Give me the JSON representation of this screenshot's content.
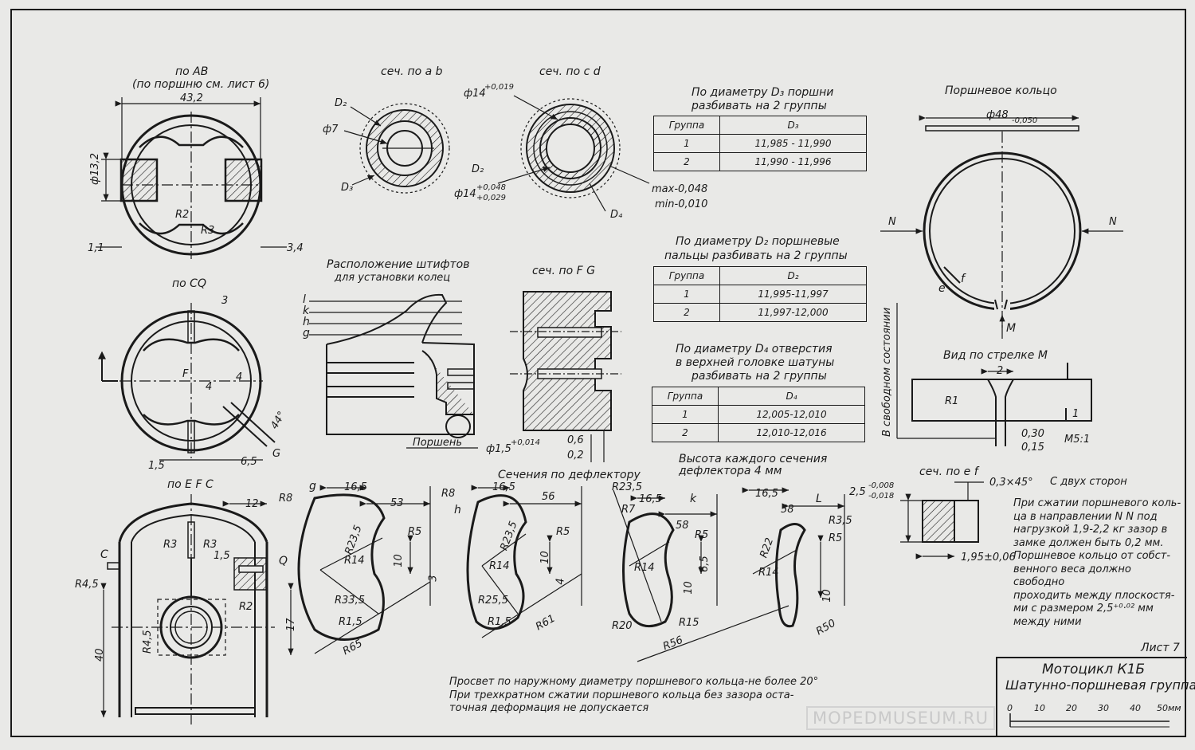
{
  "views": {
    "ab": {
      "title": "по AB",
      "subtitle": "(по поршню см. лист 6)",
      "dim_width": "43,2",
      "dim_dia": "ф13,2",
      "r2": "R2",
      "r3": "R3",
      "left_dim": "1,1",
      "right_dim": "3,4"
    },
    "sec_ab": {
      "title": "сеч. по a b",
      "d2": "D₂",
      "d3": "D₃",
      "phi7": "ф7"
    },
    "sec_cd": {
      "title": "сеч. по c d",
      "phi14_top": "ф14",
      "phi14_top_tol": "+0,019",
      "phi14_bot": "ф14",
      "phi14_bot_tol_up": "+0,048",
      "phi14_bot_tol_lo": "+0,029",
      "d2": "D₂",
      "d4": "D₄",
      "max": "max-0,048",
      "min": "min-0,010"
    },
    "cq": {
      "title": "по CQ",
      "dim3": "3",
      "f": "F",
      "dim4a": "4",
      "dim4b": "4",
      "angle": "44°",
      "g": "G",
      "dim15": "1,5",
      "dim65": "6,5"
    },
    "pins": {
      "title_line1": "Расположение штифтов",
      "title_line2": "для установки колец",
      "l": "l",
      "k": "k",
      "h": "h",
      "g": "g",
      "piston": "Поршень"
    },
    "sec_fg": {
      "title": "сеч. по F G",
      "phi": "ф1,5",
      "phi_tol": "+0,014",
      "d06": "0,6",
      "d02": "0,2"
    },
    "efc": {
      "title": "по E F C",
      "dim12": "12",
      "r3a": "R3",
      "r3b": "R3",
      "dim15": "1,5",
      "c": "C",
      "q": "Q",
      "r45": "R4,5",
      "r45b": "R4,5",
      "r2": "R2",
      "dim17": "17",
      "dim40": "40"
    },
    "deflector": {
      "title": "Сечения по дефлектору",
      "height_note_1": "Высота каждого сечения",
      "height_note_2": "дефлектора 4 мм"
    },
    "g_sec": {
      "label": "g",
      "r8": "R8",
      "d165": "16,5",
      "d53": "53",
      "r23": "R23,5",
      "r5": "R5",
      "r14": "R14",
      "d10": "10",
      "d3": "3",
      "r335": "R33,5",
      "r15": "R1,5",
      "r65": "R65"
    },
    "h_sec": {
      "label": "h",
      "r8": "R8",
      "d165": "16,5",
      "d56": "56",
      "r23": "R23,5",
      "r5": "R5",
      "r14": "R14",
      "d10": "10",
      "d4": "4",
      "r255": "R25,5",
      "r15": "R1,5",
      "r61": "R61"
    },
    "k_sec": {
      "label": "k",
      "r235": "R23,5",
      "d165": "16,5",
      "r7": "R7",
      "d58": "58",
      "r5": "R5",
      "d65": "6,5",
      "r14": "R14",
      "d10": "10",
      "r20": "R20",
      "r15": "R15",
      "r56": "R56"
    },
    "l_sec": {
      "label": "L",
      "d165": "16,5",
      "d58": "58",
      "r35": "R3,5",
      "r22": "R22",
      "r5": "R5",
      "r14": "R14",
      "d10": "10",
      "r50": "R50"
    },
    "table_d3": {
      "title_1": "По диаметру D₃ поршни",
      "title_2": "разбивать на 2 группы",
      "headers": [
        "Группа",
        "D₃"
      ],
      "rows": [
        [
          "1",
          "11,985 - 11,990"
        ],
        [
          "2",
          "11,990 - 11,996"
        ]
      ]
    },
    "table_d2": {
      "title_1": "По диаметру D₂ поршневые",
      "title_2": "пальцы разбивать на 2 группы",
      "headers": [
        "Группа",
        "D₂"
      ],
      "rows": [
        [
          "1",
          "11,995-11,997"
        ],
        [
          "2",
          "11,997-12,000"
        ]
      ]
    },
    "table_d4": {
      "title_1": "По диаметру D₄ отверстия",
      "title_2": "в верхней головке шатуны",
      "title_3": "разбивать на 2 группы",
      "headers": [
        "Группа",
        "D₄"
      ],
      "rows": [
        [
          "1",
          "12,005-12,010"
        ],
        [
          "2",
          "12,010-12,016"
        ]
      ]
    },
    "ring": {
      "title": "Поршневое кольцо",
      "dia": "ф48",
      "dia_tol": "-0,050",
      "n_left": "N",
      "n_right": "N",
      "e": "e",
      "f": "f",
      "m": "M",
      "free_state": "В свободном состоянии",
      "view_m": "Вид по стрелке M",
      "d2": "2",
      "r1": "R1",
      "d1": "1",
      "d030": "0,30",
      "d015": "0,15",
      "scale": "M5:1"
    },
    "sec_ef": {
      "title": "сеч. по e f",
      "chamfer": "0,3×45°",
      "both_sides": "С двух сторон",
      "d25": "2,5",
      "d25_tol_up": "-0,008",
      "d25_tol_lo": "-0,018",
      "d195": "1,95±0,06"
    },
    "ring_note": "При сжатии поршневого коль-\nца в направлении N N под\nнагрузкой 1,9-2,2 кг зазор в\nзамке должен быть 0,2 мм.\nПоршневое кольцо от собст-\nвенного веса должно свободно\nпроходить между плоскостя-\nми с размером 2,5⁺⁰·⁰² мм\nмежду ними",
    "bottom_note": "Просвет по наружному диаметру поршневого кольца-не более 20°\nПри трехкратном сжатии поршневого кольца без зазора оста-\nточная деформация не допускается",
    "sheet": {
      "label": "Лист 7",
      "title_1": "Мотоцикл К1Б",
      "title_2": "Шатунно-поршневая группа",
      "scale_ticks": [
        "0",
        "10",
        "20",
        "30",
        "40",
        "50мм"
      ]
    },
    "watermark": "MOPEDMUSEUM.RU"
  }
}
